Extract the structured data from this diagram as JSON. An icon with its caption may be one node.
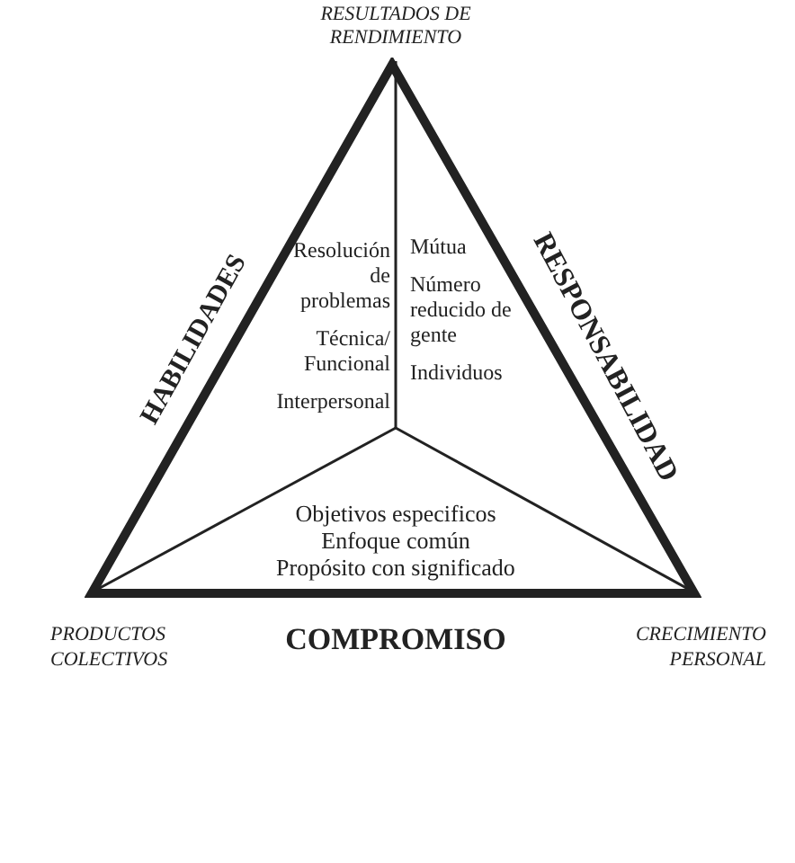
{
  "diagram": {
    "nodes": [
      {
        "text": [],
        "shape": "triangle"
      },
      {
        "text": [
          "Resolución de problemas",
          "Técnica/ Funcional",
          "Interpersonal"
        ],
        "in": 0
      },
      {
        "text": [
          "Mútua",
          "Número reducido de gente",
          "Individuos"
        ],
        "in": 0
      },
      {
        "text": [
          "Objetivos especificos",
          "Enfoque común",
          "Propósito con significado"
        ],
        "in": 0
      }
    ],
    "labels": [
      "RESULTADOS DE RENDIMIENTO",
      "HABILIDADES",
      "RESPONSABILIDAD",
      "PRODUCTOS COLECTIVOS",
      "COMPROMISO",
      "CRECIMIENTO PERSONAL"
    ]
  }
}
